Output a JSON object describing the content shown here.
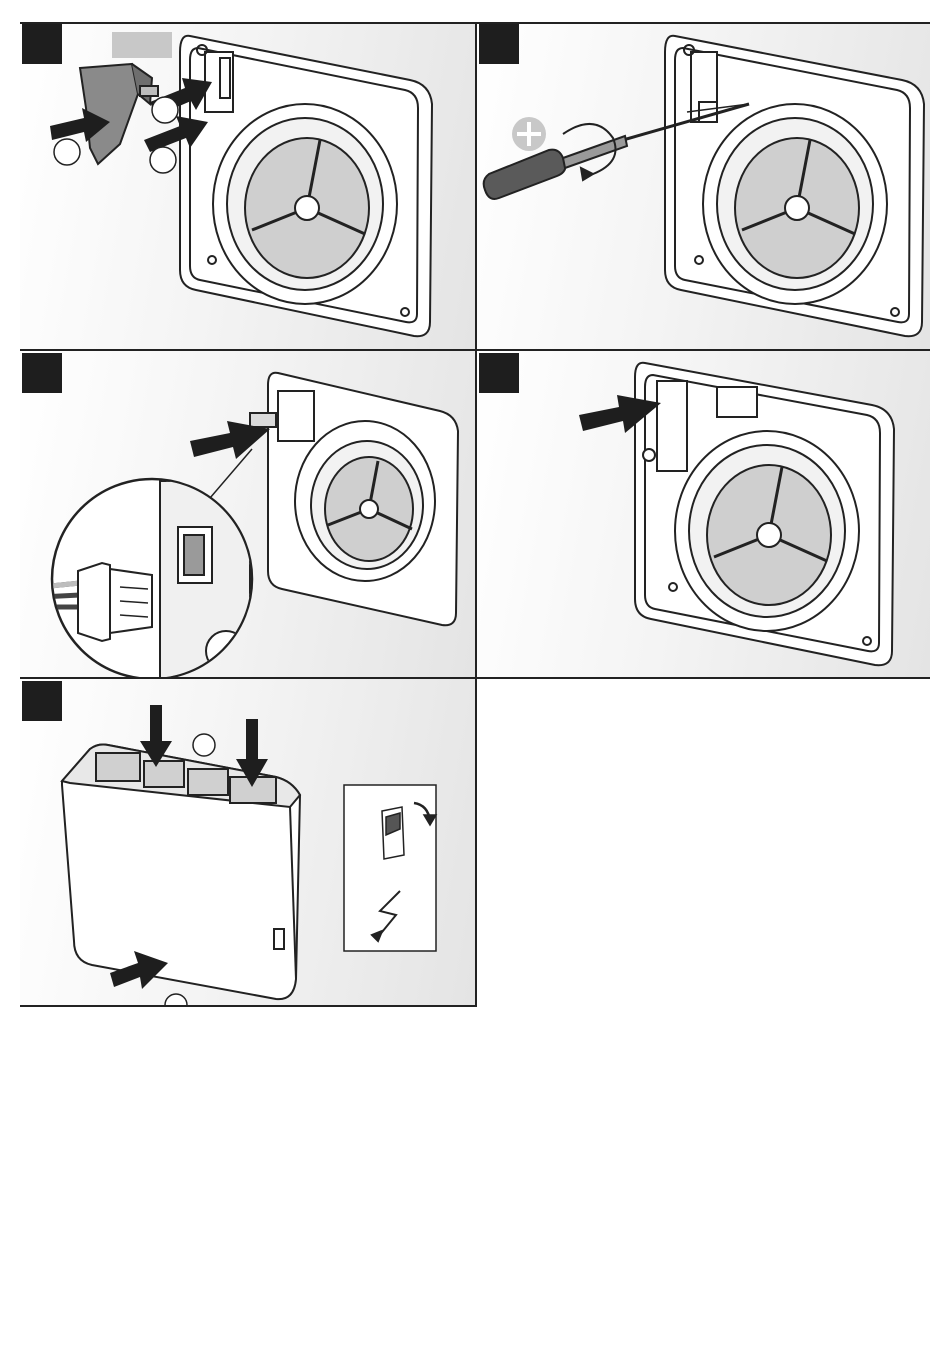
{
  "page": {
    "background": "#ffffff"
  },
  "panels": [
    {
      "id": "step-1",
      "step_marker": "filled-black-square",
      "icons": [
        "connector-plug-icon",
        "push-arrow-icon",
        "callout-circle-icon",
        "gray-label-box"
      ]
    },
    {
      "id": "step-2",
      "step_marker": "filled-black-square",
      "icons": [
        "screwdriver-icon",
        "phillips-screw-icon",
        "rotate-arrow-icon"
      ]
    },
    {
      "id": "step-3",
      "step_marker": "filled-black-square",
      "icons": [
        "push-arrow-icon",
        "magnifier-circle-icon",
        "connector-plug-icon"
      ]
    },
    {
      "id": "step-4",
      "step_marker": "filled-black-square",
      "icons": [
        "push-arrow-icon",
        "fan-housing-icon"
      ]
    },
    {
      "id": "step-5",
      "step_marker": "filled-black-square",
      "icons": [
        "push-arrow-icon",
        "cover-housing-icon",
        "switch-on-icon",
        "lightning-icon"
      ]
    }
  ],
  "colors": {
    "panel_gradient_start": "#ffffff",
    "panel_gradient_end": "#e4e4e4",
    "step_marker": "#1e1e1e",
    "callout_gray": "#c8c8c8",
    "line": "#222222"
  }
}
